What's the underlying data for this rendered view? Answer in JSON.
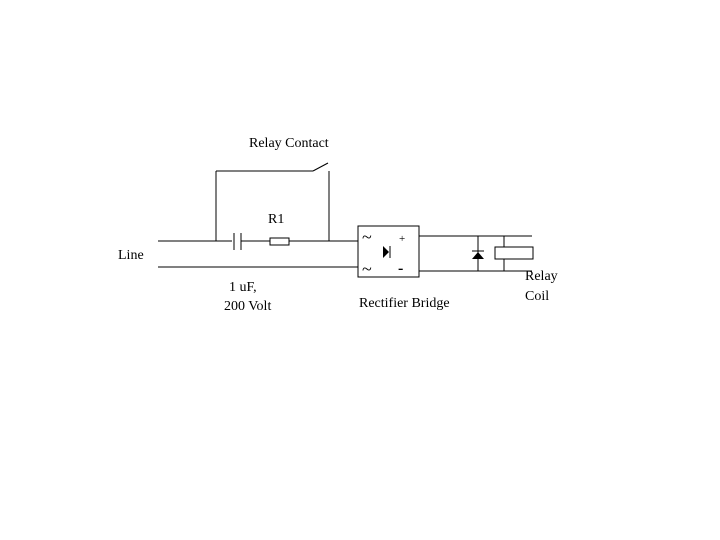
{
  "labels": {
    "relay_contact": "Relay Contact",
    "r1": "R1",
    "line": "Line",
    "capacitor_value_line1": "1 uF,",
    "capacitor_value_line2": "200 Volt",
    "rectifier_bridge": "Rectifier Bridge",
    "relay_coil_line1": "Relay",
    "relay_coil_line2": "Coil"
  },
  "bridge_terminals": {
    "ac_top": "~",
    "ac_bottom": "~",
    "dc_positive": "+",
    "dc_negative": "-"
  },
  "colors": {
    "ink": "#000000",
    "background": "#ffffff"
  }
}
